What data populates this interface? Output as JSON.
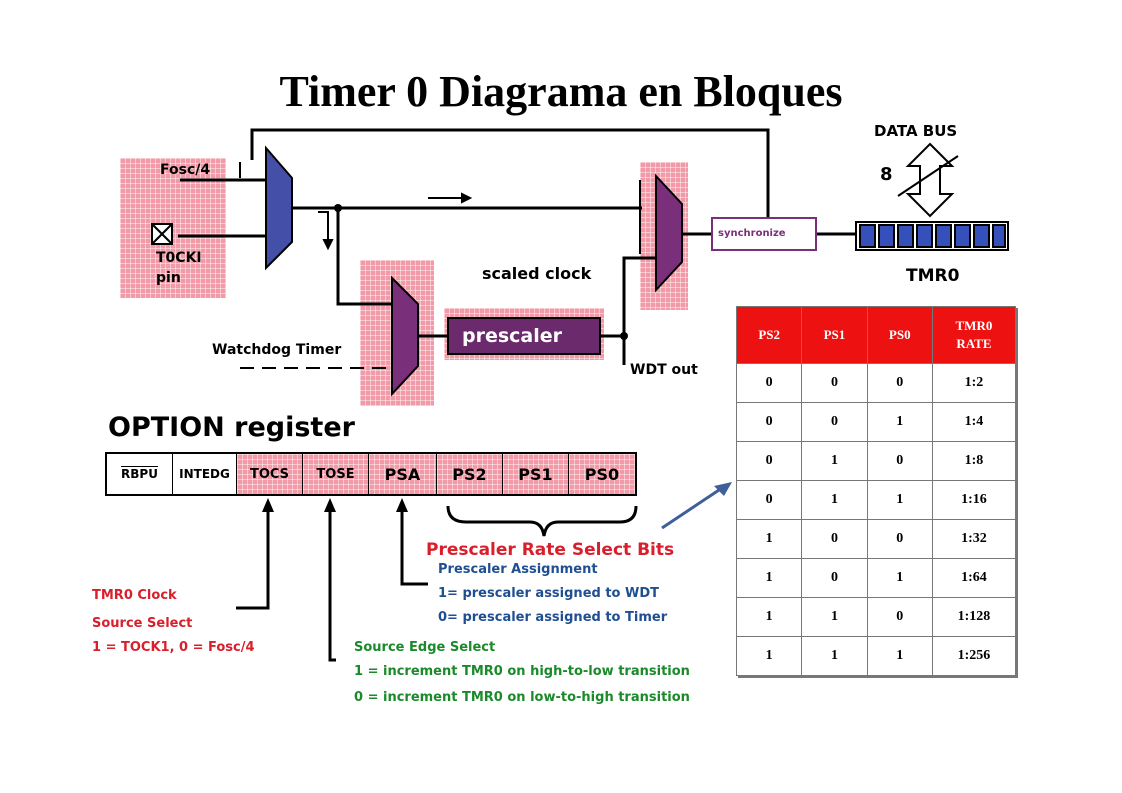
{
  "title": "Timer 0 Diagrama en Bloques",
  "labels": {
    "fosc4": "Fosc/4",
    "t0cki": "T0CKI",
    "pin": "pin",
    "watchdog": "Watchdog Timer",
    "prescaler": "prescaler",
    "scaled_clock": "scaled clock",
    "wdt_out": "WDT out",
    "synchronize": "synchronize",
    "data_bus": "DATA BUS",
    "bus_width": "8",
    "tmr0": "TMR0"
  },
  "option_register": {
    "title": "OPTION register",
    "bits": [
      "RBPU",
      "INTEDG",
      "TOCS",
      "TOSE",
      "PSA",
      "PS2",
      "PS1",
      "PS0"
    ]
  },
  "prescaler_rate_title": "Prescaler Rate Select Bits",
  "psa_note": {
    "title": "Prescaler Assignment",
    "line1": "1= prescaler assigned to WDT",
    "line2": "0= prescaler assigned to Timer"
  },
  "tocs_note": {
    "line1": "TMR0 Clock",
    "line2": "Source Select",
    "line3": "1 = TOCK1, 0 = Fosc/4"
  },
  "tose_note": {
    "line1": "Source Edge Select",
    "line2": "1 = increment TMR0 on high-to-low transition",
    "line3": "0 = increment TMR0 on low-to-high transition"
  },
  "rate_table": {
    "headers": [
      "PS2",
      "PS1",
      "PS0",
      "TMR0 RATE"
    ],
    "rows": [
      [
        "0",
        "0",
        "0",
        "1:2"
      ],
      [
        "0",
        "0",
        "1",
        "1:4"
      ],
      [
        "0",
        "1",
        "0",
        "1:8"
      ],
      [
        "0",
        "1",
        "1",
        "1:16"
      ],
      [
        "1",
        "0",
        "0",
        "1:32"
      ],
      [
        "1",
        "0",
        "1",
        "1:64"
      ],
      [
        "1",
        "1",
        "0",
        "1:128"
      ],
      [
        "1",
        "1",
        "1",
        "1:256"
      ]
    ]
  },
  "colors": {
    "pink": "#f39aa8",
    "mux": "#7a2f7a",
    "mux_blue": "#4450a8",
    "header_red": "#ee1111",
    "note_red": "#d81f2b",
    "note_blue": "#1f4f91",
    "note_green": "#1a8a2a",
    "tmr0_blue": "#3550b8"
  }
}
